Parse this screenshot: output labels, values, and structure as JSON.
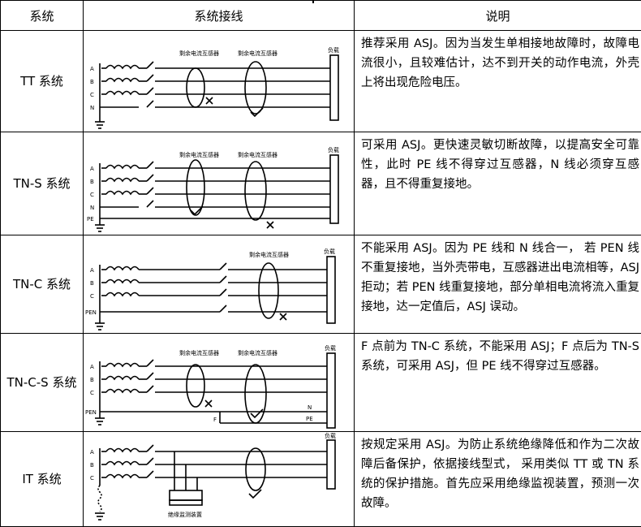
{
  "headers": {
    "system": "系统",
    "wiring": "系统接线",
    "description": "说明"
  },
  "diagram_labels": {
    "A": "A",
    "B": "B",
    "C": "C",
    "N": "N",
    "PE": "PE",
    "PEN": "PEN",
    "F": "F",
    "rcd": "剩余电流互感器",
    "load": "负载",
    "monitor": "绝缘监测装置"
  },
  "rows": [
    {
      "system": "TT 系统",
      "description": "推荐采用 ASJ。因为当发生单相接地故障时，故障电流很小，且较难估计，达不到开关的动作电流，外壳上将出现危险电压。"
    },
    {
      "system": "TN-S 系统",
      "description": "可采用 ASJ。更快速灵敏切断故障，以提高安全可靠性，此时 PE 线不得穿过互感器，N 线必须穿互感器，且不得重复接地。"
    },
    {
      "system": "TN-C 系统",
      "description": "不能采用 ASJ。因为 PE 线和 N 线合一， 若 PEN 线不重复接地，当外壳带电，互感器进出电流相等，ASJ 拒动；若 PEN 线重复接地，部分单相电流将流入重复接地，达一定值后，ASJ 误动。"
    },
    {
      "system": "TN-C-S 系统",
      "description": "F 点前为 TN-C 系统，不能采用 ASJ；F 点后为 TN-S 系统，可采用 ASJ，但 PE 线不得穿过互感器。"
    },
    {
      "system": "IT 系统",
      "description": "按规定采用 ASJ。为防止系统绝缘降低和作为二次故障后备保护，依据接线型式， 采用类似 TT 或 TN 系统的保护措施。首先应采用绝缘监视装置，预测一次故障。"
    }
  ]
}
